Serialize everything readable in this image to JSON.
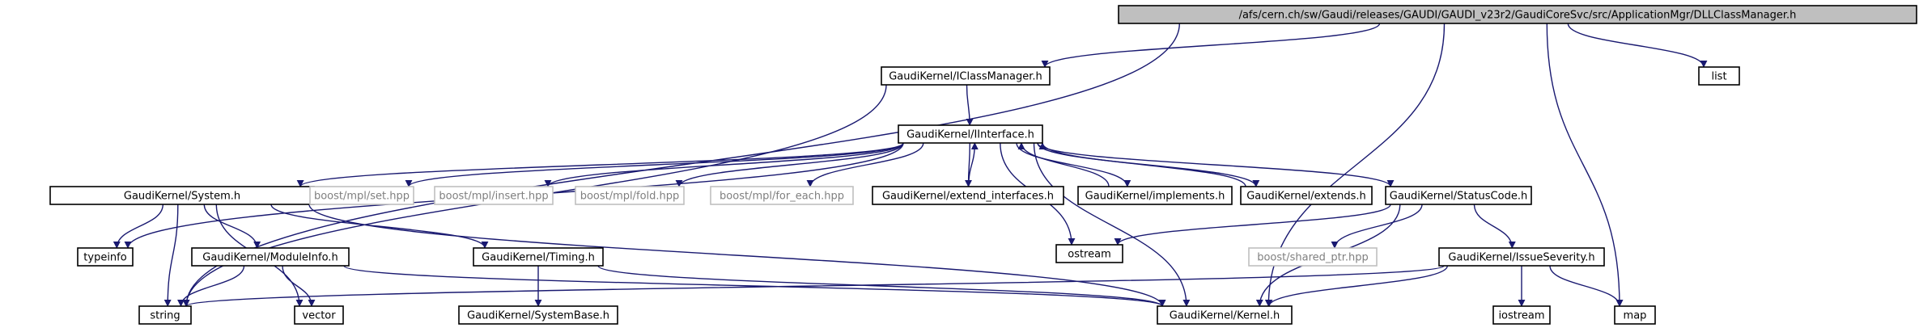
{
  "colors": {
    "edge": "#191970",
    "node_border": "#000000",
    "root_fill": "#bfbfbf",
    "node_fill": "#ffffff",
    "external_border": "#bfbfbf",
    "external_text": "#7f7f7f",
    "text": "#000000"
  },
  "nodes": [
    {
      "id": "root",
      "label": "/afs/cern.ch/sw/Gaudi/releases/GAUDI/GAUDI_v23r2/GaudiCoreSvc/src/ApplicationMgr/DLLClassManager.h",
      "kind": "root"
    },
    {
      "id": "iclassmanager",
      "label": "GaudiKernel/IClassManager.h",
      "kind": "normal"
    },
    {
      "id": "list",
      "label": "list",
      "kind": "normal"
    },
    {
      "id": "iinterface",
      "label": "GaudiKernel/IInterface.h",
      "kind": "normal"
    },
    {
      "id": "system",
      "label": "GaudiKernel/System.h",
      "kind": "normal"
    },
    {
      "id": "mpl_set",
      "label": "boost/mpl/set.hpp",
      "kind": "external"
    },
    {
      "id": "mpl_insert",
      "label": "boost/mpl/insert.hpp",
      "kind": "external"
    },
    {
      "id": "mpl_fold",
      "label": "boost/mpl/fold.hpp",
      "kind": "external"
    },
    {
      "id": "mpl_for_each",
      "label": "boost/mpl/for_each.hpp",
      "kind": "external"
    },
    {
      "id": "extend_interfaces",
      "label": "GaudiKernel/extend_interfaces.h",
      "kind": "normal"
    },
    {
      "id": "implements",
      "label": "GaudiKernel/implements.h",
      "kind": "normal"
    },
    {
      "id": "extends",
      "label": "GaudiKernel/extends.h",
      "kind": "normal"
    },
    {
      "id": "statuscode",
      "label": "GaudiKernel/StatusCode.h",
      "kind": "normal"
    },
    {
      "id": "typeinfo",
      "label": "typeinfo",
      "kind": "normal"
    },
    {
      "id": "moduleinfo",
      "label": "GaudiKernel/ModuleInfo.h",
      "kind": "normal"
    },
    {
      "id": "timing",
      "label": "GaudiKernel/Timing.h",
      "kind": "normal"
    },
    {
      "id": "ostream",
      "label": "ostream",
      "kind": "normal"
    },
    {
      "id": "shared_ptr",
      "label": "boost/shared_ptr.hpp",
      "kind": "external"
    },
    {
      "id": "issueseverity",
      "label": "GaudiKernel/IssueSeverity.h",
      "kind": "normal"
    },
    {
      "id": "string",
      "label": "string",
      "kind": "normal"
    },
    {
      "id": "vector",
      "label": "vector",
      "kind": "normal"
    },
    {
      "id": "systembase",
      "label": "GaudiKernel/SystemBase.h",
      "kind": "normal"
    },
    {
      "id": "kernel",
      "label": "GaudiKernel/Kernel.h",
      "kind": "normal"
    },
    {
      "id": "iostream",
      "label": "iostream",
      "kind": "normal"
    },
    {
      "id": "map",
      "label": "map",
      "kind": "normal"
    }
  ],
  "edges": [
    {
      "from": "root",
      "to": "iclassmanager"
    },
    {
      "from": "root",
      "to": "list"
    },
    {
      "from": "root",
      "to": "string"
    },
    {
      "from": "root",
      "to": "kernel"
    },
    {
      "from": "root",
      "to": "map"
    },
    {
      "from": "iclassmanager",
      "to": "iinterface"
    },
    {
      "from": "iclassmanager",
      "to": "string"
    },
    {
      "from": "iinterface",
      "to": "system"
    },
    {
      "from": "iinterface",
      "to": "mpl_set"
    },
    {
      "from": "iinterface",
      "to": "mpl_insert"
    },
    {
      "from": "iinterface",
      "to": "mpl_fold"
    },
    {
      "from": "iinterface",
      "to": "mpl_for_each"
    },
    {
      "from": "iinterface",
      "to": "extend_interfaces"
    },
    {
      "from": "iinterface",
      "to": "statuscode"
    },
    {
      "from": "iinterface",
      "to": "typeinfo"
    },
    {
      "from": "iinterface",
      "to": "ostream"
    },
    {
      "from": "iinterface",
      "to": "kernel"
    },
    {
      "from": "extend_interfaces",
      "to": "iinterface"
    },
    {
      "from": "implements",
      "to": "iinterface"
    },
    {
      "from": "extends",
      "to": "iinterface"
    },
    {
      "from": "iinterface",
      "to": "implements"
    },
    {
      "from": "iinterface",
      "to": "extends"
    },
    {
      "from": "system",
      "to": "typeinfo"
    },
    {
      "from": "system",
      "to": "string"
    },
    {
      "from": "system",
      "to": "moduleinfo"
    },
    {
      "from": "system",
      "to": "timing"
    },
    {
      "from": "system",
      "to": "vector"
    },
    {
      "from": "system",
      "to": "kernel"
    },
    {
      "from": "moduleinfo",
      "to": "string"
    },
    {
      "from": "moduleinfo",
      "to": "vector"
    },
    {
      "from": "moduleinfo",
      "to": "kernel"
    },
    {
      "from": "timing",
      "to": "systembase"
    },
    {
      "from": "timing",
      "to": "kernel"
    },
    {
      "from": "statuscode",
      "to": "ostream"
    },
    {
      "from": "statuscode",
      "to": "shared_ptr"
    },
    {
      "from": "statuscode",
      "to": "issueseverity"
    },
    {
      "from": "statuscode",
      "to": "kernel"
    },
    {
      "from": "issueseverity",
      "to": "string"
    },
    {
      "from": "issueseverity",
      "to": "kernel"
    },
    {
      "from": "issueseverity",
      "to": "iostream"
    },
    {
      "from": "issueseverity",
      "to": "map"
    }
  ]
}
